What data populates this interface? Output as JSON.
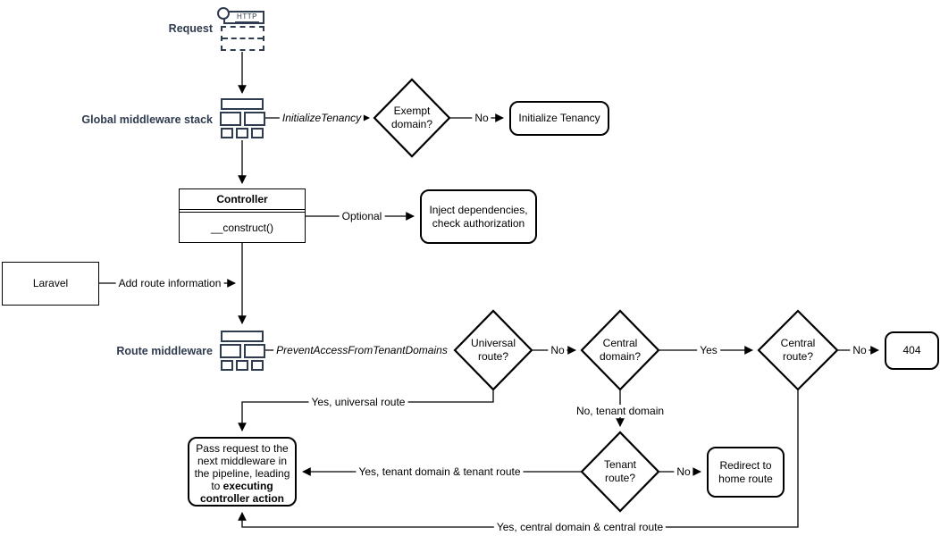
{
  "colors": {
    "accent": "#2f3b4f",
    "line": "#000000",
    "background": "#ffffff"
  },
  "stages": {
    "request": {
      "label": "Request",
      "icon": "http-request-icon",
      "http_text": "HTTP"
    },
    "global_middleware": {
      "label": "Global middleware stack",
      "icon": "middleware-stack-icon"
    },
    "route_middleware": {
      "label": "Route middleware",
      "icon": "middleware-stack-icon"
    }
  },
  "nodes": {
    "laravel": "Laravel",
    "controller_title": "Controller",
    "controller_method": "__construct()",
    "initialize_tenancy": "Initialize Tenancy",
    "inject_dependencies": "Inject dependencies,\ncheck authorization",
    "exempt_domain": "Exempt\ndomain?",
    "universal_route": "Universal\nroute?",
    "central_domain": "Central\ndomain?",
    "central_route": "Central\nroute?",
    "tenant_route": "Tenant\nroute?",
    "not_found": "404",
    "redirect_home": "Redirect to\nhome route",
    "pass_request_text": "Pass request to the next middleware in the pipeline, leading to ",
    "pass_request_bold": "executing controller action"
  },
  "edge_labels": {
    "initialize_tenancy": "InitializeTenancy",
    "no_exempt": "No",
    "optional": "Optional",
    "add_route_information": "Add route information",
    "prevent_access": "PreventAccessFromTenantDomains",
    "no_universal": "No",
    "yes_central_domain": "Yes",
    "no_central_route": "No",
    "yes_universal_route": "Yes, universal route",
    "no_tenant_domain": "No, tenant domain",
    "yes_tenant_route": "Yes, tenant domain & tenant route",
    "no_tenant_route": "No",
    "yes_central_route": "Yes, central domain & central route"
  }
}
